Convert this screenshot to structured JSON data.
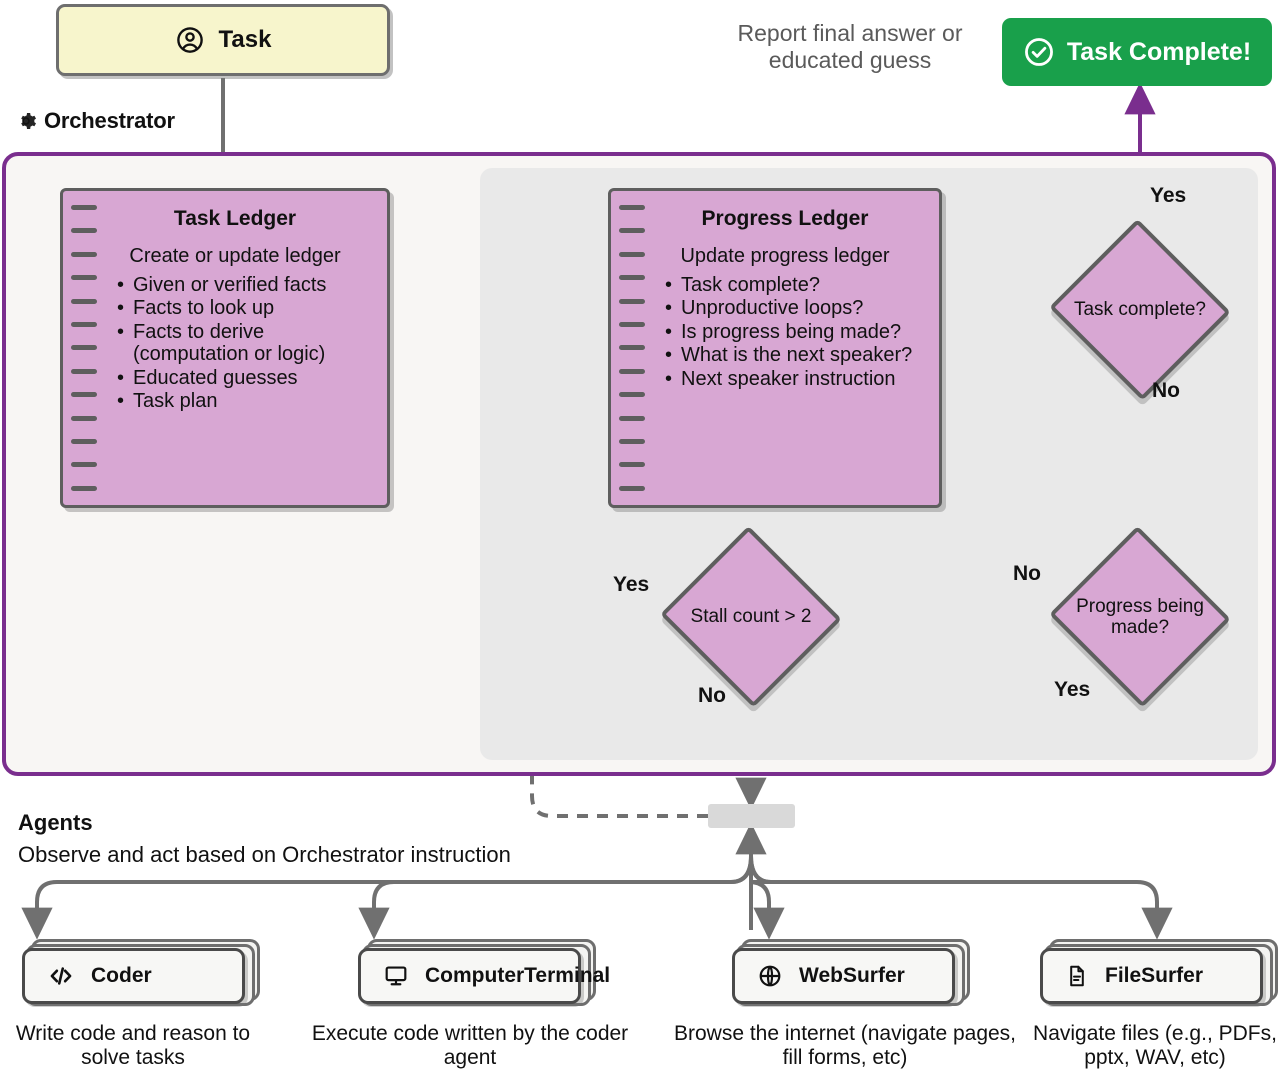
{
  "task_input": {
    "label": "Task",
    "icon": "user-circle-icon"
  },
  "orchestrator": {
    "label": "Orchestrator",
    "icon": "gear-icon"
  },
  "report_note": "Report final answer or educated guess",
  "complete_badge": {
    "label": "Task Complete!",
    "icon": "check-circle-icon",
    "color": "#19A04B"
  },
  "task_ledger": {
    "title": "Task Ledger",
    "subtitle": "Create or update ledger",
    "items": [
      "Given or verified facts",
      "Facts to look up",
      "Facts to derive (computation or logic)",
      "Educated guesses",
      "Task plan"
    ]
  },
  "progress_ledger": {
    "title": "Progress Ledger",
    "subtitle": "Update progress ledger",
    "items": [
      "Task complete?",
      "Unproductive loops?",
      "Is progress being made?",
      "What is the next speaker?",
      "Next speaker instruction"
    ]
  },
  "decisions": [
    {
      "id": "task-complete",
      "text": "Task complete?",
      "yes": "Yes",
      "no": "No"
    },
    {
      "id": "progress-made",
      "text": "Progress being made?",
      "yes": "Yes",
      "no": "No"
    },
    {
      "id": "stall-count",
      "text": "Stall count > 2",
      "yes": "Yes",
      "no": "No"
    }
  ],
  "edge_labels": {
    "task_complete_yes": "Yes",
    "task_complete_no": "No",
    "progress_made_no": "No",
    "progress_made_yes": "Yes",
    "stall_yes": "Yes",
    "stall_no": "No"
  },
  "agents_section": {
    "title": "Agents",
    "subtitle": "Observe and act based on Orchestrator instruction"
  },
  "agents": [
    {
      "name": "Coder",
      "icon": "code-icon",
      "desc": "Write code and reason to solve tasks"
    },
    {
      "name": "ComputerTerminal",
      "icon": "monitor-icon",
      "desc": "Execute code written by the coder agent"
    },
    {
      "name": "WebSurfer",
      "icon": "globe-icon",
      "desc": "Browse the internet (navigate pages, fill forms, etc)"
    },
    {
      "name": "FileSurfer",
      "icon": "document-icon",
      "desc": "Navigate files (e.g., PDFs, pptx, WAV, etc)"
    }
  ],
  "colors": {
    "orchestrator_border": "#7A2E8E",
    "ledger_fill": "#D8A7D3",
    "task_fill": "#F7F5CC",
    "flow_purple": "#7A2E8E",
    "flow_gray": "#707070",
    "inner_panel": "#E9E9E9"
  }
}
